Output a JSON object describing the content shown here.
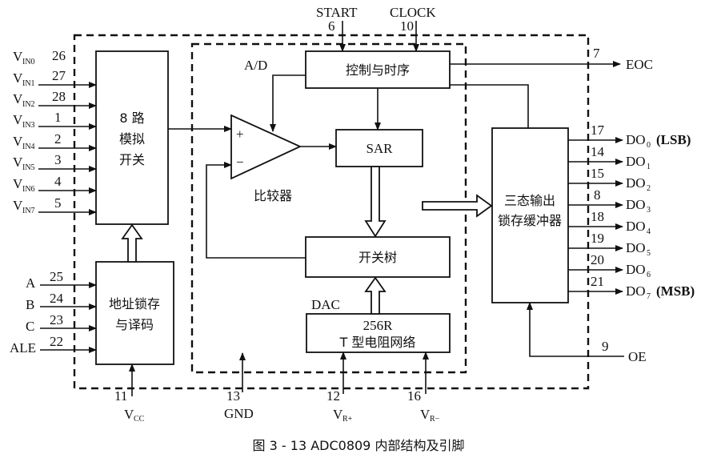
{
  "figure": {
    "caption": "图 3 - 13    ADC0809 内部结构及引脚"
  },
  "top_pins": {
    "start": {
      "name": "START",
      "num": "6"
    },
    "clock": {
      "name": "CLOCK",
      "num": "10"
    }
  },
  "inputs": [
    {
      "base": "V",
      "sub": "IN0",
      "num": "26"
    },
    {
      "base": "V",
      "sub": "IN1",
      "num": "27"
    },
    {
      "base": "V",
      "sub": "IN2",
      "num": "28"
    },
    {
      "base": "V",
      "sub": "IN3",
      "num": "1"
    },
    {
      "base": "V",
      "sub": "IN4",
      "num": "2"
    },
    {
      "base": "V",
      "sub": "IN5",
      "num": "3"
    },
    {
      "base": "V",
      "sub": "IN6",
      "num": "4"
    },
    {
      "base": "V",
      "sub": "IN7",
      "num": "5"
    }
  ],
  "addr_pins": [
    {
      "name": "A",
      "num": "25"
    },
    {
      "name": "B",
      "num": "24"
    },
    {
      "name": "C",
      "num": "23"
    },
    {
      "name": "ALE",
      "num": "22"
    }
  ],
  "bottom_pins": {
    "vcc": {
      "base": "V",
      "sub": "CC",
      "num": "11"
    },
    "gnd": {
      "name": "GND",
      "num": "13"
    },
    "vref_p": {
      "base": "V",
      "sub": "R+",
      "num": "12"
    },
    "vref_m": {
      "base": "V",
      "sub": "R−",
      "num": "16"
    }
  },
  "outputs": [
    {
      "base": "DO",
      "sub": "0",
      "num": "17",
      "note": "(LSB)"
    },
    {
      "base": "DO",
      "sub": "1",
      "num": "14",
      "note": ""
    },
    {
      "base": "DO",
      "sub": "2",
      "num": "15",
      "note": ""
    },
    {
      "base": "DO",
      "sub": "3",
      "num": "8",
      "note": ""
    },
    {
      "base": "DO",
      "sub": "4",
      "num": "18",
      "note": ""
    },
    {
      "base": "DO",
      "sub": "5",
      "num": "19",
      "note": ""
    },
    {
      "base": "DO",
      "sub": "6",
      "num": "20",
      "note": ""
    },
    {
      "base": "DO",
      "sub": "7",
      "num": "21",
      "note": "(MSB)"
    }
  ],
  "eoc": {
    "name": "EOC",
    "num": "7"
  },
  "oe": {
    "name": "OE",
    "num": "9"
  },
  "blocks": {
    "mux": [
      "8 路",
      "模拟",
      "开关"
    ],
    "addr_latch": [
      "地址锁存",
      "与译码"
    ],
    "control": "控制与时序",
    "ad_label": "A/D",
    "sar": "SAR",
    "comparator": "比较器",
    "comp_plus": "+",
    "comp_minus": "−",
    "switch_tree": "开关树",
    "dac_label": "DAC",
    "resistor_net": [
      "256R",
      "T 型电阻网络"
    ],
    "output_buffer": [
      "三态输出",
      "锁存缓冲器"
    ]
  }
}
